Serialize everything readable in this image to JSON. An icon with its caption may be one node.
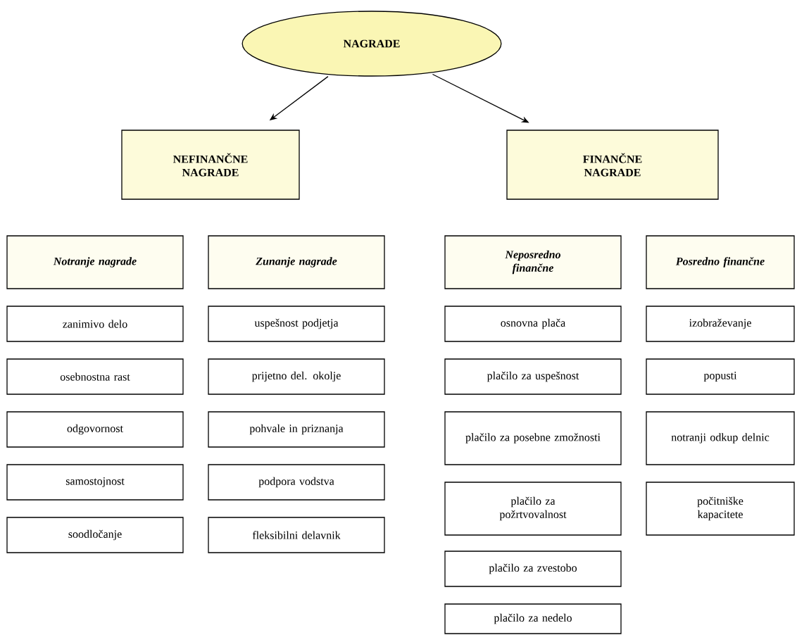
{
  "diagram": {
    "nodes": [
      {
        "text": [
          "NAGRADE"
        ]
      },
      {
        "text": [
          "NEFINANČNE NAGRADE"
        ]
      },
      {
        "text": [
          "FINANČNE NAGRADE"
        ]
      },
      {
        "text": [
          "Notranje nagrade"
        ]
      },
      {
        "text": [
          "Zunanje nagrade"
        ]
      },
      {
        "text": [
          "Neposredno finančne"
        ]
      },
      {
        "text": [
          "Posredno finančne"
        ]
      },
      {
        "text": [
          "zanimivo delo"
        ]
      },
      {
        "text": [
          "uspešnost podjetja"
        ]
      },
      {
        "text": [
          "osnovna plača"
        ]
      },
      {
        "text": [
          "izobraževanje"
        ]
      },
      {
        "text": [
          "osebnostna rast"
        ]
      },
      {
        "text": [
          "prijetno del. okolje"
        ]
      },
      {
        "text": [
          "plačilo za uspešnost"
        ]
      },
      {
        "text": [
          "popusti"
        ]
      },
      {
        "text": [
          "odgovornost"
        ]
      },
      {
        "text": [
          "pohvale in priznanja"
        ]
      },
      {
        "text": [
          "plačilo za posebne zmožnosti"
        ]
      },
      {
        "text": [
          "notranji odkup delnic"
        ]
      },
      {
        "text": [
          "samostojnost"
        ]
      },
      {
        "text": [
          "podpora vodstva"
        ]
      },
      {
        "text": [
          "plačilo za požrtvovalnost"
        ]
      },
      {
        "text": [
          "počitniške kapacitete"
        ]
      },
      {
        "text": [
          "soodločanje"
        ]
      },
      {
        "text": [
          "fleksibilni delavnik"
        ]
      },
      {
        "text": [
          "plačilo za zvestobo"
        ]
      },
      {
        "text": [
          "plačilo za nedelo"
        ]
      }
    ],
    "edges": [
      {
        "from": 0,
        "to": 1,
        "arrow": "to"
      },
      {
        "from": 0,
        "to": 2,
        "arrow": "to"
      }
    ]
  }
}
